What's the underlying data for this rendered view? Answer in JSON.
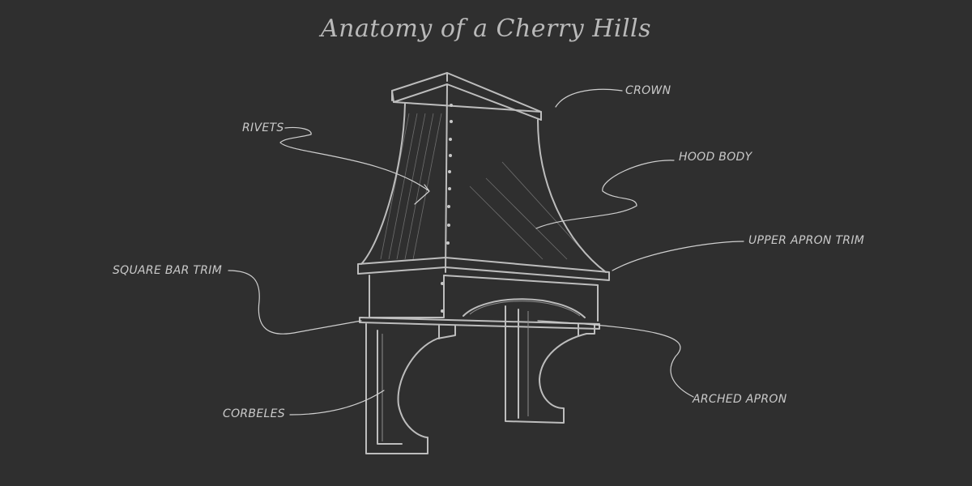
{
  "title": "Anatomy of a Cherry Hills",
  "labels": {
    "crown": "CROWN",
    "rivets": "RIVETS",
    "hood_body": "HOOD BODY",
    "upper_apron_trim": "UPPER APRON TRIM",
    "square_bar_trim": "SQUARE BAR TRIM",
    "corbeles": "CORBELES",
    "arched_apron": "ARCHED APRON"
  },
  "colors": {
    "background": "#2f2f2f",
    "chalk": "#c9c9c9"
  }
}
